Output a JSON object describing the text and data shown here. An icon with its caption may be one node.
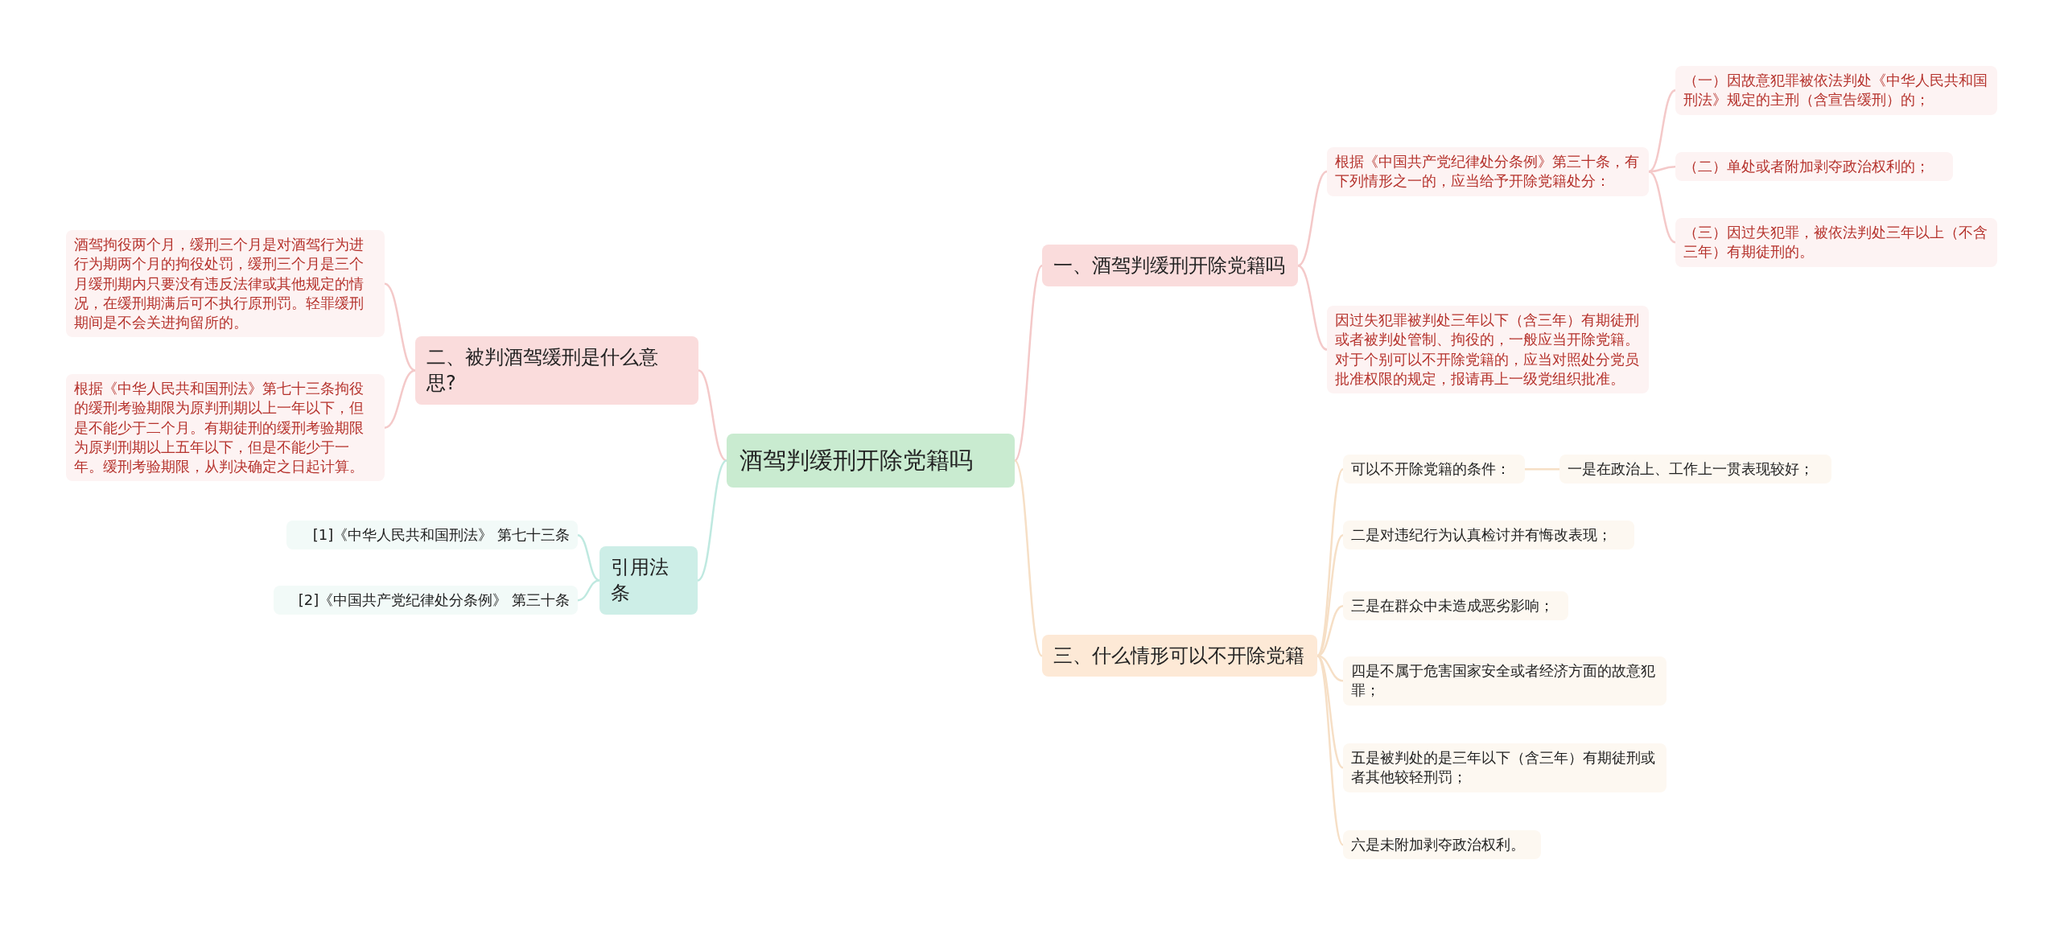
{
  "diagram": {
    "nodes": [
      {
        "text": [
          "酒驾判缓刑开除党籍吗"
        ]
      },
      {
        "text": [
          "一、酒驾判缓刑开除党籍吗"
        ]
      },
      {
        "text": [
          "根据《中国共产党纪律处分条例》第三十条，有下列情形之一的，应当给予开除党籍处分："
        ]
      },
      {
        "text": [
          "（一）因故意犯罪被依法判处《中华人民共和国刑法》规定的主刑（含宣告缓刑）的；"
        ]
      },
      {
        "text": [
          "（二）单处或者附加剥夺政治权利的；"
        ]
      },
      {
        "text": [
          "（三）因过失犯罪，被依法判处三年以上（不含三年）有期徒刑的。"
        ]
      },
      {
        "text": [
          "因过失犯罪被判处三年以下（含三年）有期徒刑或者被判处管制、拘役的，一般应当开除党籍。对于个别可以不开除党籍的，应当对照处分党员批准权限的规定，报请再上一级党组织批准。"
        ]
      },
      {
        "text": [
          "三、什么情形可以不开除党籍"
        ]
      },
      {
        "text": [
          "可以不开除党籍的条件："
        ]
      },
      {
        "text": [
          "一是在政治上、工作上一贯表现较好；"
        ]
      },
      {
        "text": [
          "二是对违纪行为认真检讨并有悔改表现；"
        ]
      },
      {
        "text": [
          "三是在群众中未造成恶劣影响；"
        ]
      },
      {
        "text": [
          "四是不属于危害国家安全或者经济方面的故意犯罪；"
        ]
      },
      {
        "text": [
          "五是被判处的是三年以下（含三年）有期徒刑或者其他较轻刑罚；"
        ]
      },
      {
        "text": [
          "六是未附加剥夺政治权利。"
        ]
      },
      {
        "text": [
          "二、被判酒驾缓刑是什么意思?"
        ]
      },
      {
        "text": [
          "酒驾拘役两个月，缓刑三个月是对酒驾行为进行为期两个月的拘役处罚，缓刑三个月是三个月缓刑期内只要没有违反法律或其他规定的情况，在缓刑期满后可不执行原刑罚。轻罪缓刑期间是不会关进拘留所的。"
        ]
      },
      {
        "text": [
          "根据《中华人民共和国刑法》第七十三条拘役的缓刑考验期限为原判刑期以上一年以下，但是不能少于二个月。有期徒刑的缓刑考验期限为原判刑期以上五年以下，但是不能少于一年。缓刑考验期限，从判决确定之日起计算。"
        ]
      },
      {
        "text": [
          "引用法条"
        ]
      },
      {
        "text": [
          "[1]《中华人民共和国刑法》 第七十三条"
        ]
      },
      {
        "text": [
          "[2]《中国共产党纪律处分条例》 第三十条"
        ]
      }
    ],
    "edges": [
      {
        "from": 0,
        "to": 1,
        "arrow": "none",
        "color": "#f4c9c9"
      },
      {
        "from": 1,
        "to": 2,
        "arrow": "none",
        "color": "#f4c9c9"
      },
      {
        "from": 2,
        "to": 3,
        "arrow": "none",
        "color": "#f4c9c9"
      },
      {
        "from": 2,
        "to": 4,
        "arrow": "none",
        "color": "#f4c9c9"
      },
      {
        "from": 2,
        "to": 5,
        "arrow": "none",
        "color": "#f4c9c9"
      },
      {
        "from": 1,
        "to": 6,
        "arrow": "none",
        "color": "#f4c9c9"
      },
      {
        "from": 0,
        "to": 7,
        "arrow": "none",
        "color": "#f6dfc6"
      },
      {
        "from": 7,
        "to": 8,
        "arrow": "none",
        "color": "#f6dfc6"
      },
      {
        "from": 8,
        "to": 9,
        "arrow": "none",
        "color": "#f6dfc6"
      },
      {
        "from": 7,
        "to": 10,
        "arrow": "none",
        "color": "#f6dfc6"
      },
      {
        "from": 7,
        "to": 11,
        "arrow": "none",
        "color": "#f6dfc6"
      },
      {
        "from": 7,
        "to": 12,
        "arrow": "none",
        "color": "#f6dfc6"
      },
      {
        "from": 7,
        "to": 13,
        "arrow": "none",
        "color": "#f6dfc6"
      },
      {
        "from": 7,
        "to": 14,
        "arrow": "none",
        "color": "#f6dfc6"
      },
      {
        "from": 0,
        "to": 15,
        "arrow": "none",
        "color": "#f4c9c9"
      },
      {
        "from": 15,
        "to": 16,
        "arrow": "none",
        "color": "#f4c9c9"
      },
      {
        "from": 15,
        "to": 17,
        "arrow": "none",
        "color": "#f4c9c9"
      },
      {
        "from": 0,
        "to": 18,
        "arrow": "none",
        "color": "#bfe9e0"
      },
      {
        "from": 18,
        "to": 19,
        "arrow": "none",
        "color": "#bfe9e0"
      },
      {
        "from": 18,
        "to": 20,
        "arrow": "none",
        "color": "#bfe9e0"
      }
    ]
  }
}
